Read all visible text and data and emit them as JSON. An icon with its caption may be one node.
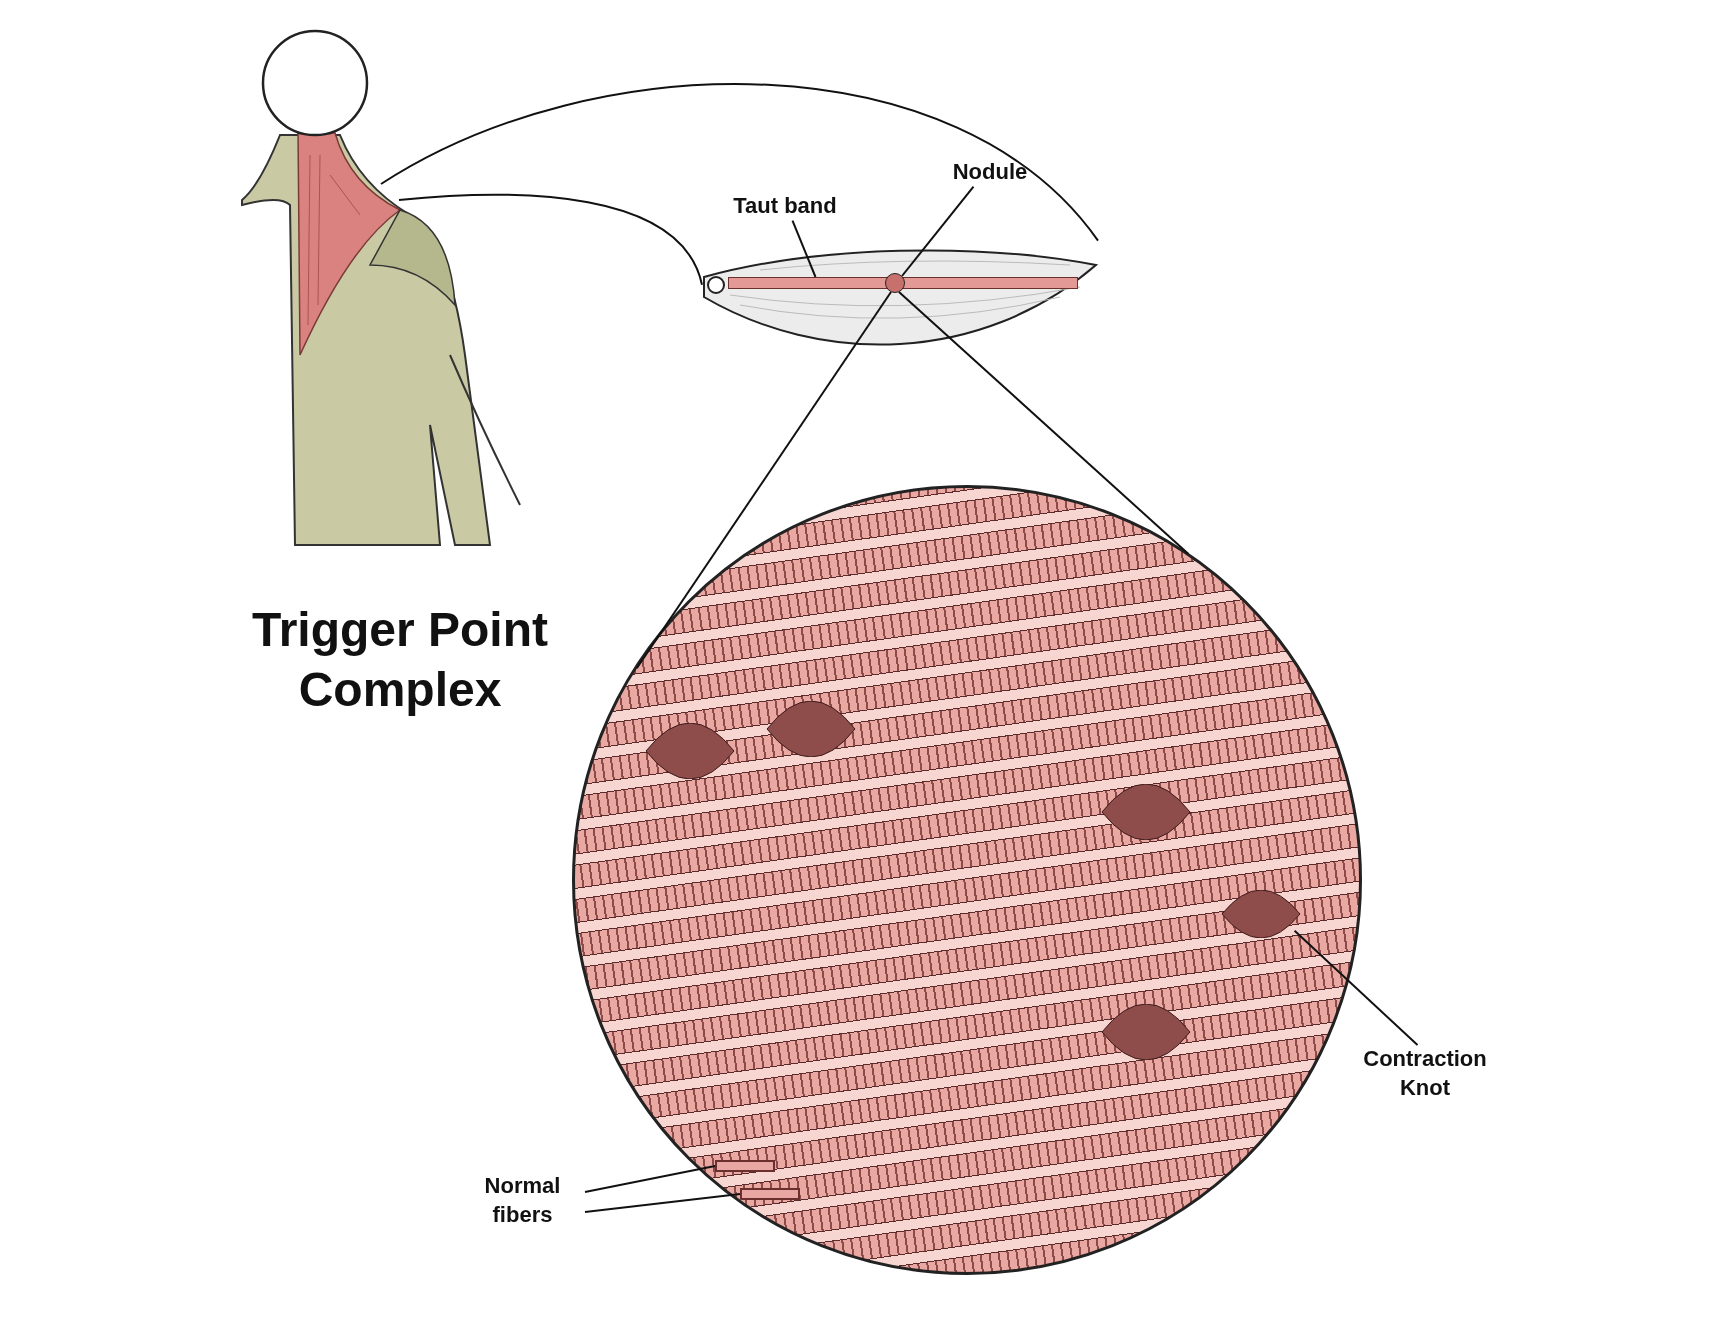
{
  "diagram": {
    "title": "Trigger Point Complex",
    "nodes": [
      {
        "text": [],
        "shape": "picture"
      },
      {
        "text": [],
        "shape": "picture"
      },
      {
        "text": [
          "Taut band"
        ]
      },
      {
        "text": [],
        "shape": "bar",
        "in": 1
      },
      {
        "text": [
          "Nodule"
        ]
      },
      {
        "text": [],
        "shape": "circle",
        "in": 1
      },
      {
        "text": [],
        "shape": "circle"
      },
      {
        "text": [],
        "shape": "picture",
        "in": 6
      },
      {
        "text": [
          "Contraction Knot"
        ]
      },
      {
        "text": [
          "Normal fibers"
        ]
      },
      {
        "text": [],
        "shape": "bar",
        "in": 6
      },
      {
        "text": [],
        "shape": "bar",
        "in": 6
      },
      {
        "text": [],
        "shape": "picture",
        "in": 6
      },
      {
        "text": [],
        "shape": "picture",
        "in": 6
      },
      {
        "text": [],
        "shape": "picture",
        "in": 6
      },
      {
        "text": [],
        "shape": "picture",
        "in": 6
      }
    ],
    "edges": [
      {
        "from": 0,
        "to": 1,
        "arrow": "none"
      },
      {
        "from": 0,
        "to": 1,
        "arrow": "none"
      },
      {
        "from": 2,
        "to": 3,
        "arrow": "none"
      },
      {
        "from": 4,
        "to": 5,
        "arrow": "none"
      },
      {
        "from": 5,
        "to": 6,
        "arrow": "none"
      },
      {
        "from": 5,
        "to": 6,
        "arrow": "none"
      },
      {
        "from": 8,
        "to": 7,
        "arrow": "none"
      },
      {
        "from": 9,
        "to": 10,
        "arrow": "none"
      },
      {
        "from": 9,
        "to": 11,
        "arrow": "none"
      }
    ]
  }
}
